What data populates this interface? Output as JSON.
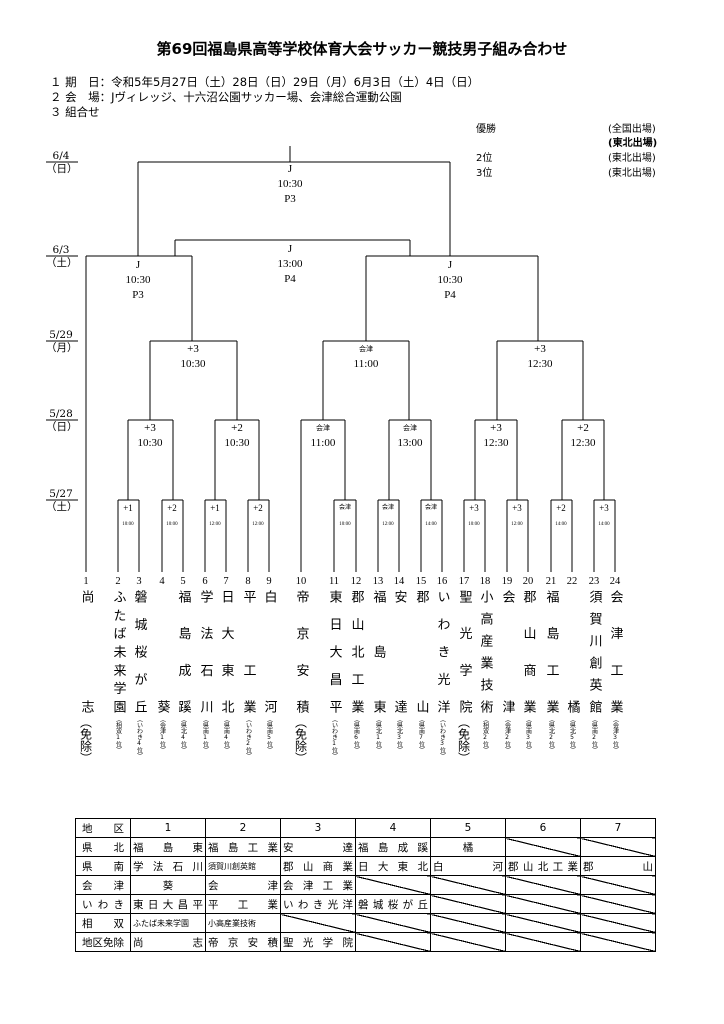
{
  "title": "第69回福島県高等学校体育大会サッカー競技男子組み合わせ",
  "info": {
    "line1": "１ 期　日：令和5年5月27日（土）28日（日）29日（月）6月3日（土）4日（日）",
    "line2": "２ 会　場：Jヴィレッジ、十六沼公園サッカー場、会津総合運動公園",
    "line3": "３ 組合せ"
  },
  "results": [
    {
      "label": "優勝",
      "note": "(全国出場)"
    },
    {
      "label": "",
      "note": "(東北出場)"
    },
    {
      "label": "2位",
      "note": "(東北出場)"
    },
    {
      "label": "3位",
      "note": "(東北出場)"
    }
  ],
  "dates": [
    {
      "d": "6/4",
      "w": "（日）"
    },
    {
      "d": "6/3",
      "w": "（土）"
    },
    {
      "d": "5/29",
      "w": "（月）"
    },
    {
      "d": "5/28",
      "w": "（日）"
    },
    {
      "d": "5/27",
      "w": "（土）"
    }
  ],
  "matches": {
    "final": {
      "v": "J",
      "t": "10:30",
      "p": "P3"
    },
    "third": {
      "v": "J",
      "t": "13:00",
      "p": "P4"
    },
    "semi1": {
      "v": "J",
      "t": "10:30",
      "p": "P3"
    },
    "semi2": {
      "v": "J",
      "t": "10:30",
      "p": "P4"
    },
    "qf": [
      {
        "v": "+3",
        "t": "10:30"
      },
      {
        "v": "会津",
        "t": "11:00"
      },
      {
        "v": "+3",
        "t": "12:30"
      }
    ],
    "r2": [
      {
        "v": "+3",
        "t": "10:30"
      },
      {
        "v": "+2",
        "t": "10:30"
      },
      {
        "v": "会津",
        "t": "11:00"
      },
      {
        "v": "会津",
        "t": "13:00"
      },
      {
        "v": "+3",
        "t": "12:30"
      },
      {
        "v": "+2",
        "t": "12:30"
      }
    ],
    "r1": [
      {
        "v": "+1",
        "t": "10:00"
      },
      {
        "v": "+2",
        "t": "10:00"
      },
      {
        "v": "+1",
        "t": "12:00"
      },
      {
        "v": "+2",
        "t": "12:00"
      },
      {
        "v": "会津",
        "t": "10:00"
      },
      {
        "v": "会津",
        "t": "12:00"
      },
      {
        "v": "会津",
        "t": "14:00"
      },
      {
        "v": "+3",
        "t": "10:00"
      },
      {
        "v": "+3",
        "t": "12:00"
      },
      {
        "v": "+2",
        "t": "14:00"
      },
      {
        "v": "+3",
        "t": "14:00"
      }
    ]
  },
  "teams": [
    {
      "n": "1",
      "name": "尚　　　　　志",
      "q": "（免除）"
    },
    {
      "n": "2",
      "name": "ふたば未来学園",
      "q": "（相双1位）"
    },
    {
      "n": "3",
      "name": "磐城桜が丘",
      "q": "（いわき4位）"
    },
    {
      "n": "4",
      "name": "　葵　",
      "q": "（会津1位）"
    },
    {
      "n": "5",
      "name": "福島成蹊",
      "q": "（県北4位）"
    },
    {
      "n": "6",
      "name": "学法石川",
      "q": "（県南1位）"
    },
    {
      "n": "7",
      "name": "日大東北",
      "q": "（県南4位）"
    },
    {
      "n": "8",
      "name": "平　工業",
      "q": "（いわき2位）"
    },
    {
      "n": "9",
      "name": "白　　河",
      "q": "（県南5位）"
    },
    {
      "n": "10",
      "name": "帝京安積",
      "q": "（免除）"
    },
    {
      "n": "11",
      "name": "東日大昌平",
      "q": "（いわき1位）"
    },
    {
      "n": "12",
      "name": "郡山北工業",
      "q": "（県南6位）"
    },
    {
      "n": "13",
      "name": "福島東",
      "q": "（県北1位）"
    },
    {
      "n": "14",
      "name": "安　達",
      "q": "（県北3位）"
    },
    {
      "n": "15",
      "name": "郡　山",
      "q": "（県南7位）"
    },
    {
      "n": "16",
      "name": "いわき光洋",
      "q": "（いわき3位）"
    },
    {
      "n": "17",
      "name": "聖光学院",
      "q": "（免除）"
    },
    {
      "n": "18",
      "name": "小高産業技術",
      "q": "（相双2位）"
    },
    {
      "n": "19",
      "name": "会　津",
      "q": "（会津2位）"
    },
    {
      "n": "20",
      "name": "郡山商業",
      "q": "（県南3位）"
    },
    {
      "n": "21",
      "name": "福島工業",
      "q": "（県北2位）"
    },
    {
      "n": "22",
      "name": "　橘　",
      "q": "（県北5位）"
    },
    {
      "n": "23",
      "name": "須賀川創英館",
      "q": "（県南2位）"
    },
    {
      "n": "24",
      "name": "会津工業",
      "q": "（会津3位）"
    }
  ],
  "district_table": {
    "header": [
      "地　区",
      "1",
      "2",
      "3",
      "4",
      "5",
      "6",
      "7"
    ],
    "rows": [
      {
        "region": "県北",
        "cells": [
          "福島東",
          "福島工業",
          "安達",
          "福島成蹊",
          "橘",
          "",
          ""
        ]
      },
      {
        "region": "県南",
        "cells": [
          "学法石川",
          "須賀川創英館",
          "郡山商業",
          "日大東北",
          "白河",
          "郡山北工業",
          "郡山"
        ]
      },
      {
        "region": "会津",
        "cells": [
          "葵",
          "会津",
          "会津工業",
          "",
          "",
          "",
          ""
        ]
      },
      {
        "region": "いわき",
        "cells": [
          "東日大昌平",
          "平工業",
          "いわき光洋",
          "磐城桜が丘",
          "",
          "",
          ""
        ]
      },
      {
        "region": "相双",
        "cells": [
          "ふたば未来学園",
          "小高産業技術",
          "",
          "",
          "",
          "",
          ""
        ]
      },
      {
        "region": "地区免除",
        "cells": [
          "尚志",
          "帝京安積",
          "聖光学院",
          "",
          "",
          "",
          ""
        ]
      }
    ]
  }
}
